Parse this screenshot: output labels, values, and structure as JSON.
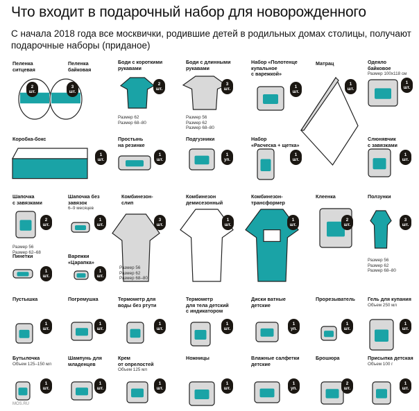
{
  "title": "Что входит в подарочный набор для новорожденного",
  "subtitle": "С начала 2018 года все москвички, родившие детей в родильных домах столицы, получают подарочные наборы (приданое)",
  "footer": "MOS.RU",
  "colors": {
    "accent": "#1aa3a6",
    "grey": "#d9d9d9",
    "badge": "#1b1712"
  },
  "items": [
    {
      "title": "Пеленка\nситцевая",
      "qty": "2",
      "unit": "шт.",
      "icon": "diaper-cloth-icon"
    },
    {
      "title": "Пеленка\nбайковая",
      "qty": "3",
      "unit": "шт.",
      "icon": "diaper-cloth-icon"
    },
    {
      "title": "Боди с короткими\nрукавами",
      "qty": "2",
      "unit": "шт.",
      "sizes": "Размер 62\nРазмер 68–80",
      "icon": "bodysuit-icon"
    },
    {
      "title": "Боди с длинными\nрукавами",
      "qty": "3",
      "unit": "шт.",
      "sizes": "Размер 56\nРазмер 62\nРазмер 68–80",
      "icon": "bodysuit-long-icon"
    },
    {
      "title": "Набор «Полотенце\nкупальное\nс варежкой»",
      "qty": "1",
      "unit": "шт.",
      "icon": "towel-icon"
    },
    {
      "title": "Матрац",
      "qty": "1",
      "unit": "шт.",
      "icon": "mattress-icon"
    },
    {
      "title": "Одеяло\nбайковое",
      "subtitle": "Размер 100x118 см",
      "qty": "1",
      "unit": "шт.",
      "icon": "blanket-icon"
    },
    {
      "title": "Коробка-бокс",
      "qty": "1",
      "unit": "шт.",
      "icon": "box-icon"
    },
    {
      "title": "Простынь\nна резинке",
      "qty": "1",
      "unit": "шт.",
      "icon": "sheet-icon"
    },
    {
      "title": "Подгузники",
      "qty": "1",
      "unit": "уп.",
      "icon": "diaper-icon"
    },
    {
      "title": "Набор\n«Расческа + щетка»",
      "qty": "1",
      "unit": "шт.",
      "icon": "comb-icon"
    },
    {
      "title": "Слюнявчик\nс завязками",
      "qty": "1",
      "unit": "шт.",
      "icon": "bib-icon"
    },
    {
      "title": "Шапочка\nс завязками",
      "qty": "2",
      "unit": "шт.",
      "sizes": "Размер 56\nРазмер 62–68",
      "icon": "hat-icon"
    },
    {
      "title": "Шапочка без\nзавязок",
      "subtitle": "6–9 месяцев",
      "qty": "1",
      "unit": "шт.",
      "icon": "beanie-icon"
    },
    {
      "title": "Комбинезон-\nслип",
      "qty": "3",
      "unit": "шт.",
      "sizes": "Размер 56\nРазмер 62\nРазмер 68–80",
      "icon": "sleepsuit-icon"
    },
    {
      "title": "Комбинезон\nдемисезонный",
      "qty": "1",
      "unit": "шт.",
      "icon": "overall-icon"
    },
    {
      "title": "Комбинезон-\nтрансформер",
      "qty": "1",
      "unit": "шт.",
      "icon": "overall-transformer-icon"
    },
    {
      "title": "Клеенка",
      "qty": "2",
      "unit": "шт.",
      "icon": "oilcloth-icon"
    },
    {
      "title": "Ползунки",
      "qty": "3",
      "unit": "шт.",
      "sizes": "Размер 56\nРазмер 62\nРазмер 68–80",
      "icon": "rompers-icon"
    },
    {
      "title": "Пинетки",
      "qty": "1",
      "unit": "шт.",
      "icon": "booties-icon"
    },
    {
      "title": "Варежки\n«Царапка»",
      "qty": "1",
      "unit": "шт.",
      "icon": "mittens-icon"
    },
    {
      "title": "Пустышка",
      "qty": "1",
      "unit": "шт.",
      "icon": "pacifier-icon"
    },
    {
      "title": "Погремушка",
      "qty": "1",
      "unit": "шт.",
      "icon": "rattle-icon"
    },
    {
      "title": "Термометр для\nводы без ртути",
      "qty": "1",
      "unit": "шт.",
      "icon": "thermometer-icon"
    },
    {
      "title": "Термометр\nдля тела детский\nс индикатором",
      "qty": "1",
      "unit": "шт.",
      "icon": "thermometer-icon"
    },
    {
      "title": "Диски ватные\nдетские",
      "qty": "1",
      "unit": "уп.",
      "icon": "cotton-pads-icon"
    },
    {
      "title": "Прорезыватель",
      "qty": "1",
      "unit": "шт.",
      "icon": "teether-icon"
    },
    {
      "title": "Гель для купания",
      "subtitle": "Объем 250 мл",
      "qty": "1",
      "unit": "шт.",
      "icon": "gel-bottle-icon"
    },
    {
      "title": "Бутылочка",
      "subtitle": "Объем 125–150 мл",
      "qty": "1",
      "unit": "шт.",
      "icon": "feeding-bottle-icon"
    },
    {
      "title": "Шампунь для\nмладенцев",
      "qty": "1",
      "unit": "шт.",
      "icon": "shampoo-icon"
    },
    {
      "title": "Крем\nот опрелостей",
      "subtitle": "Объем 125 мл",
      "qty": "1",
      "unit": "шт.",
      "icon": "cream-tube-icon"
    },
    {
      "title": "Ножницы",
      "qty": "1",
      "unit": "шт.",
      "icon": "scissors-icon"
    },
    {
      "title": "Влажные салфетки\nдетские",
      "qty": "1",
      "unit": "уп.",
      "icon": "wet-wipes-icon"
    },
    {
      "title": "Брошюра",
      "qty": "2",
      "unit": "шт.",
      "icon": "brochure-icon"
    },
    {
      "title": "Присыпка детская",
      "subtitle": "Объем 100 г",
      "qty": "1",
      "unit": "шт.",
      "icon": "powder-icon"
    }
  ]
}
